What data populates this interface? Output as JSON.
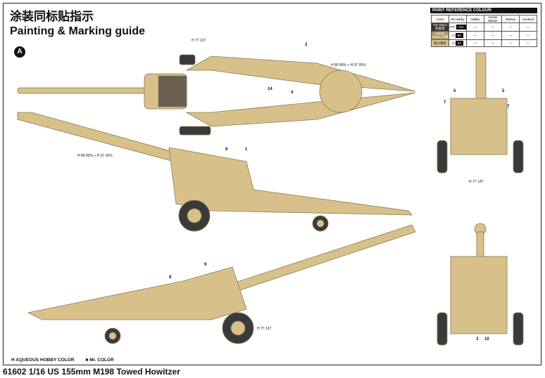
{
  "title_cn": "涂装同标贴指示",
  "title_en": "Painting & Marking guide",
  "view_badge": "A",
  "paint_table": {
    "title": "PAINT  REFERENCE COLOUR",
    "headers": [
      "Color",
      "Mr.Hobby",
      "Vallejo",
      "Model Master",
      "Tamiya",
      "Humbrol"
    ],
    "rows": [
      {
        "color": "Tire Black 轮胎黑",
        "swatch": "#3a3530",
        "hobby": "H77",
        "mr": "137",
        "others": [
          "—",
          "—",
          "—",
          "—"
        ]
      },
      {
        "color": "Sandy Yellow 沙黄",
        "swatch": "#b09a70",
        "hobby": "H",
        "mr": "80",
        "others": [
          "—",
          "—",
          "—",
          "—"
        ]
      },
      {
        "color": "暗沙黄色",
        "swatch": "#d8c590",
        "hobby": "H",
        "mr": "37",
        "others": [
          "—",
          "—",
          "—",
          "—"
        ]
      }
    ]
  },
  "callouts": {
    "tire": "H 77 137",
    "mix_top": "H 80 80% + H 37 20%",
    "mix_side": "H 80 80% + H 37 20%",
    "tire_front": "H 77 137",
    "tire_bottom": "H 77 137"
  },
  "part_numbers": {
    "n2": "2",
    "n14": "14",
    "n4": "4",
    "n9a": "9",
    "n1": "1",
    "n9b": "9",
    "n8": "8",
    "n5a": "5",
    "n5b": "5",
    "n7a": "7",
    "n7b": "7",
    "n3": "3",
    "n10": "10"
  },
  "legend": {
    "aqueous": "H AQUEOUS HOBBY COLOR",
    "mr": "■ Mr. COLOR"
  },
  "footer": "61602 1/16  US 155mm M198 Towed  Howitzer",
  "colors": {
    "body": "#d7c08a",
    "shade": "#b39e68",
    "tire": "#3a3a3a"
  }
}
